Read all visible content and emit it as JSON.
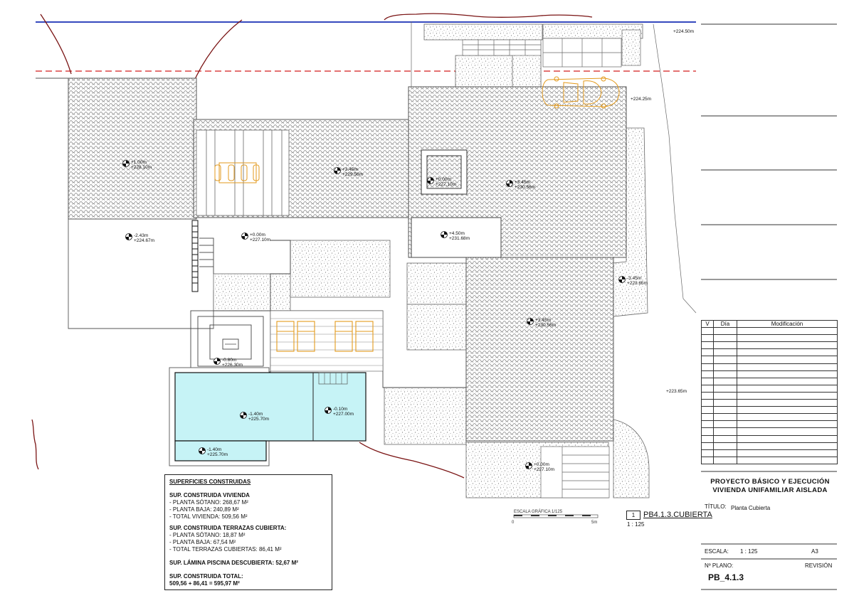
{
  "areas": {
    "title": "SUPERFICIES CONSTRUIDAS",
    "vivienda_heading": "SUP. CONSTRUIDA VIVIENDA",
    "vivienda_lines": [
      "- PLANTA SÓTANO: 268,67 M²",
      "- PLANTA BAJA: 240,89 M²",
      "- TOTAL VIVIENDA: 509,56 M²"
    ],
    "terrazas_heading": "SUP. CONSTRUIDA TERRAZAS CUBIERTA:",
    "terrazas_lines": [
      "- PLANTA SÓTANO: 18,87 M²",
      "- PLANTA BAJA: 67,54 M²",
      "- TOTAL TERRAZAS CUBIERTAS: 86,41 M²"
    ],
    "piscina": "SUP. LÁMINA PISCINA DESCUBIERTA:  52,67 M²",
    "total_heading": "SUP. CONSTRUIDA TOTAL:",
    "total_line": "509,56 + 86,41 = 595,97 M²"
  },
  "levels": [
    {
      "a": "+1.00m",
      "b": "+228.10m"
    },
    {
      "a": "+2.45m",
      "b": "+229.56m"
    },
    {
      "a": "+0.00m",
      "b": "+227.10m"
    },
    {
      "a": "+3.45m",
      "b": "+230.56m"
    },
    {
      "a": "-2.43m",
      "b": "+224.67m"
    },
    {
      "a": "+0.00m",
      "b": "+227.10m"
    },
    {
      "a": "+4.50m",
      "b": "+231.68m"
    },
    {
      "a": "-3.45m",
      "b": "+223.65m"
    },
    {
      "a": "+3.45m",
      "b": "+230.56m"
    },
    {
      "a": "-0.80m",
      "b": "+226.30m"
    },
    {
      "a": "-1.40m",
      "b": "+225.70m"
    },
    {
      "a": "-0.10m",
      "b": "+227.00m"
    },
    {
      "a": "-1.40m",
      "b": "+225.70m"
    },
    {
      "a": "+0.00m",
      "b": "+227.10m"
    }
  ],
  "elevations": [
    "+224.50m",
    "+224.25m",
    "+223.65m"
  ],
  "scale_bar": {
    "label": "ESCALA GRÁFICA  1/125",
    "start": "0",
    "end": "5m"
  },
  "sheet": {
    "number": "1",
    "name": "PB4.1.3.CUBIERTA",
    "scale": "1 : 125"
  },
  "revisions": {
    "col_v": "V",
    "col_dia": "Día",
    "col_mod": "Modificación"
  },
  "title_block": {
    "project_line1": "PROYECTO BÁSICO Y EJECUCIÓN",
    "project_line2": "VIVIENDA UNIFAMILIAR AISLADA",
    "titulo_label": "TÍTULO:",
    "titulo_value": "Planta Cubierta",
    "escala_label": "ESCALA:",
    "escala_value": "1 : 125",
    "format": "A3",
    "plano_label": "Nº PLANO:",
    "revision_label": "REVISIÓN",
    "plano_value": "PB_4.1.3"
  },
  "colors": {
    "boundary_blue": "#1a2fb4",
    "setback_red": "#d41f1f",
    "terrain": "#7a1414",
    "furniture": "#e39a1d",
    "pool": "#c6f3f6"
  }
}
